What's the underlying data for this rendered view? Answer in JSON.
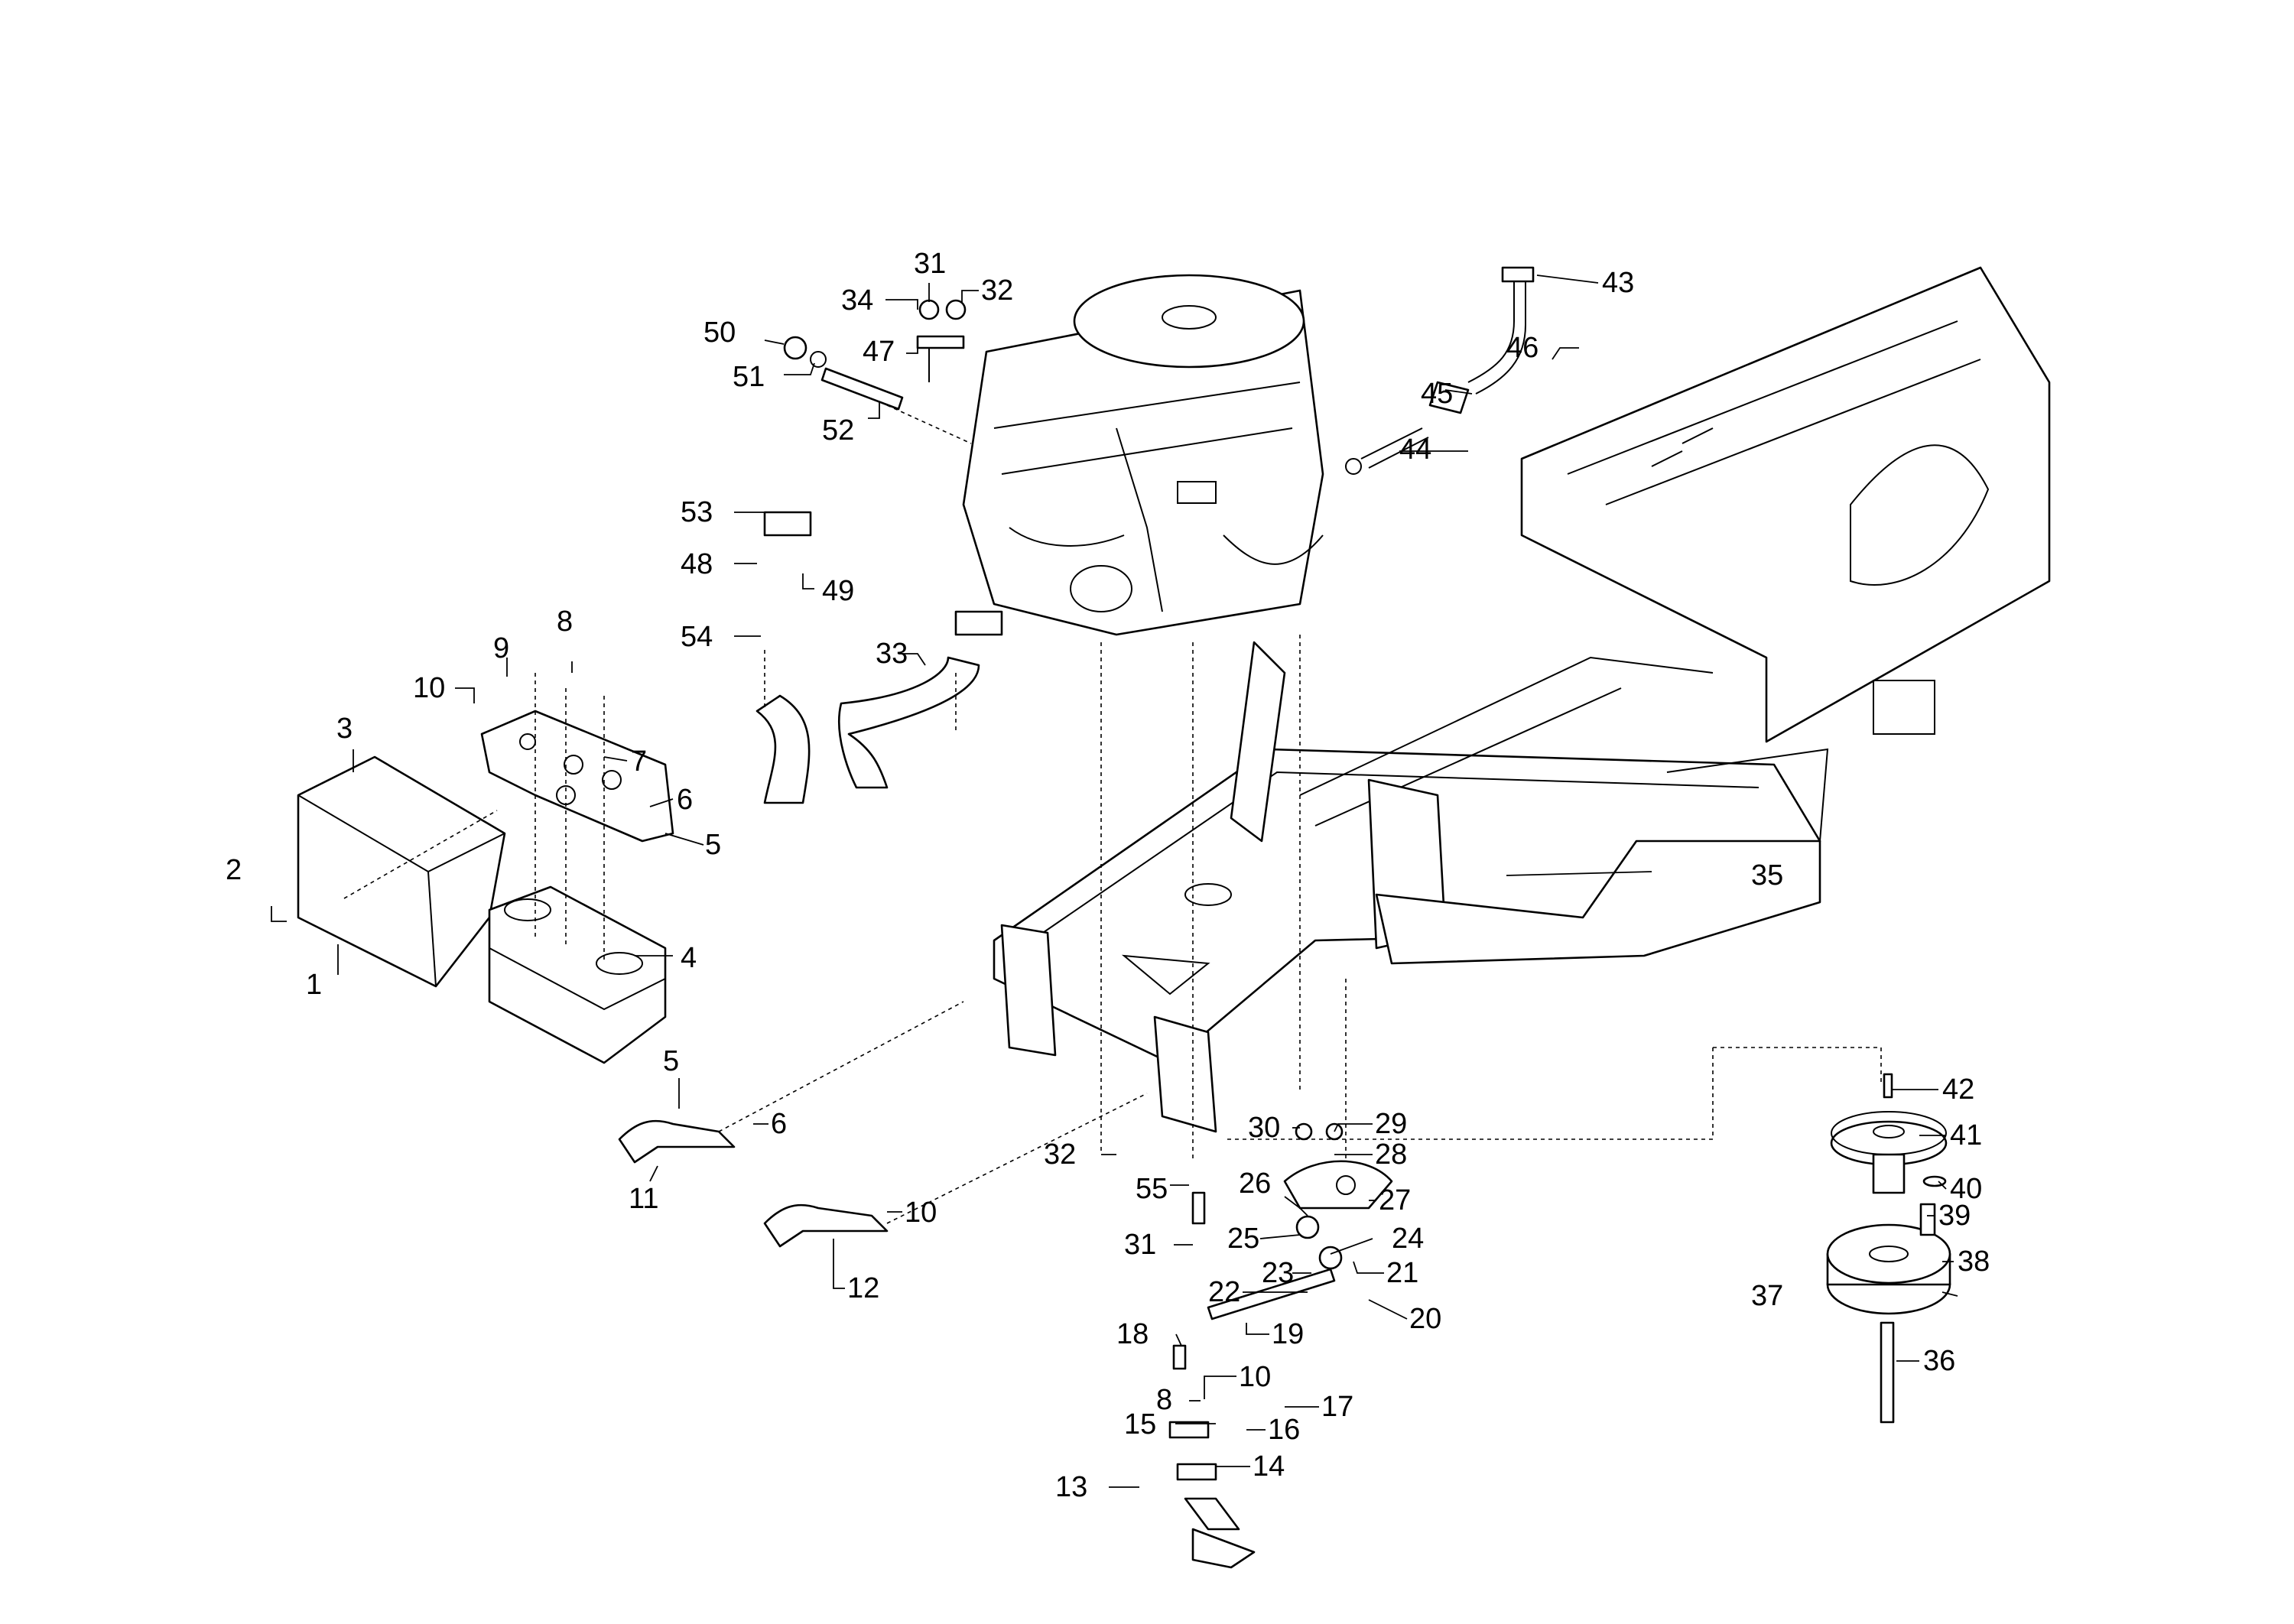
{
  "diagram": {
    "type": "exploded-parts-diagram",
    "line_color": "#000000",
    "background": "#ffffff",
    "callouts": [
      "1",
      "2",
      "3",
      "4",
      "5",
      "6",
      "7",
      "8",
      "9",
      "10",
      "11",
      "12",
      "13",
      "14",
      "15",
      "16",
      "17",
      "18",
      "19",
      "20",
      "21",
      "22",
      "23",
      "24",
      "25",
      "26",
      "27",
      "28",
      "29",
      "30",
      "31",
      "32",
      "33",
      "34",
      "35",
      "36",
      "37",
      "38",
      "39",
      "40",
      "41",
      "42",
      "43",
      "44",
      "45",
      "46",
      "47",
      "48",
      "49",
      "50",
      "51",
      "52",
      "53",
      "54",
      "55"
    ]
  }
}
